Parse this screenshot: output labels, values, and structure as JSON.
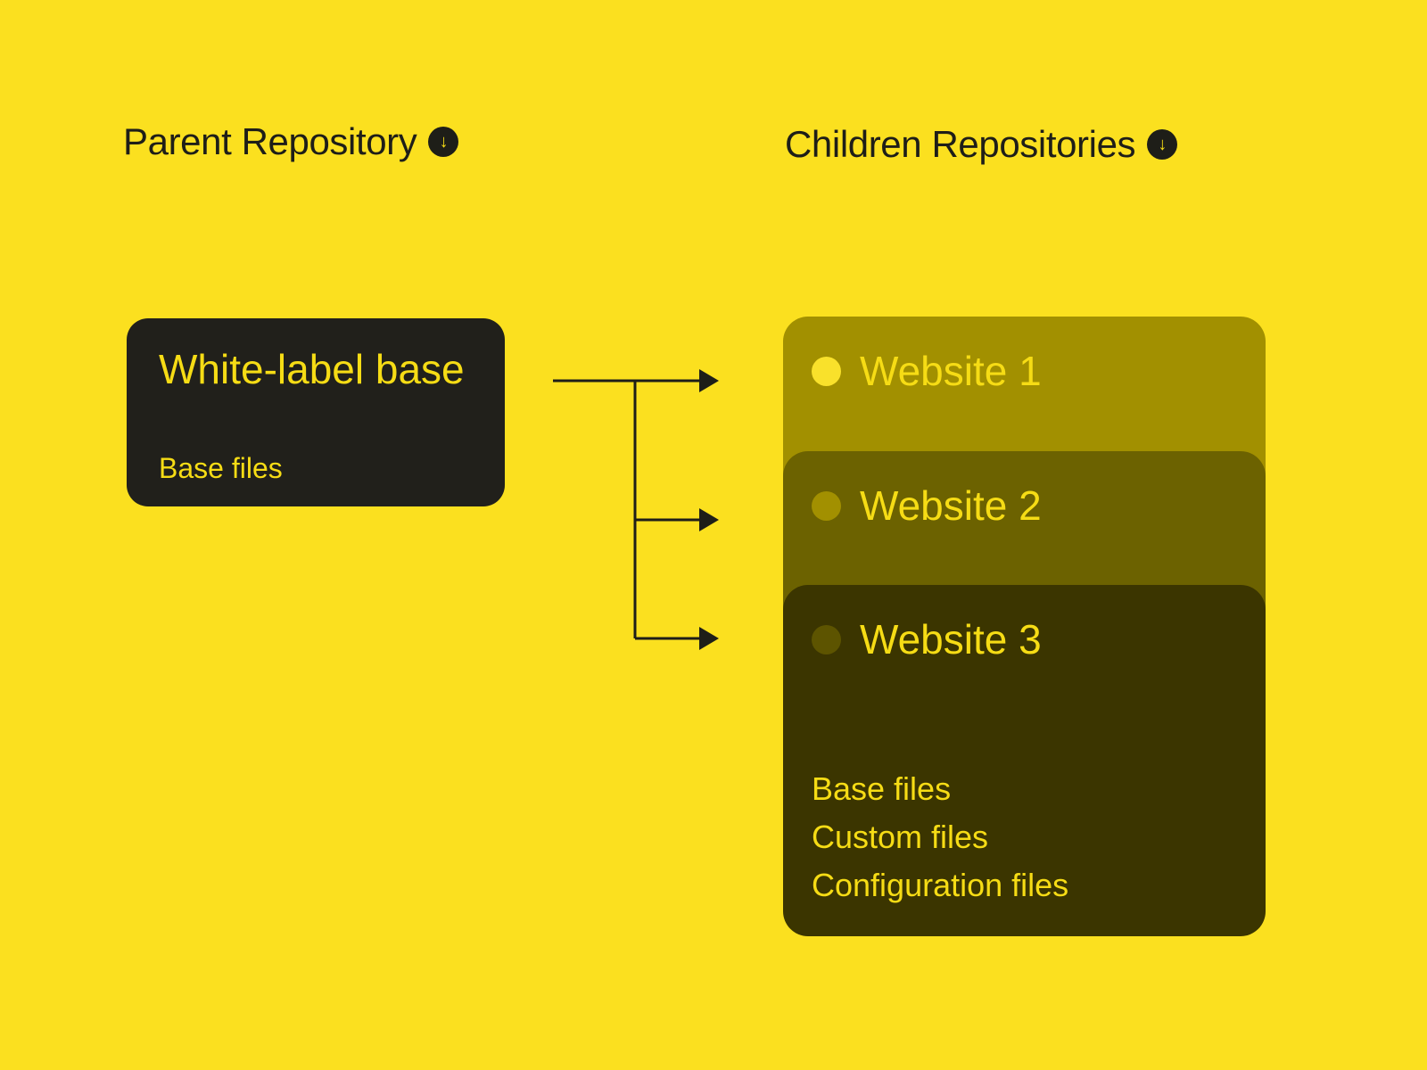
{
  "titles": {
    "parent": "Parent Repository",
    "children": "Children Repositories"
  },
  "icons": {
    "down_arrow": "↓"
  },
  "parent_box": {
    "title": "White-label base",
    "subtitle": "Base files"
  },
  "children_boxes": [
    {
      "label": "Website 1",
      "box_color": "#A29000",
      "bullet_color": "#F9E12B"
    },
    {
      "label": "Website 2",
      "box_color": "#6C6200",
      "bullet_color": "#A29000"
    },
    {
      "label": "Website 3",
      "box_color": "#3B3500",
      "bullet_color": "#5D5400"
    }
  ],
  "website3_files": [
    "Base files",
    "Custom files",
    "Configuration files"
  ],
  "colors": {
    "background": "#FBE01F",
    "ink": "#1E1E18",
    "parent_box_bg": "#21201B",
    "yellow_text": "#F6DC15"
  }
}
